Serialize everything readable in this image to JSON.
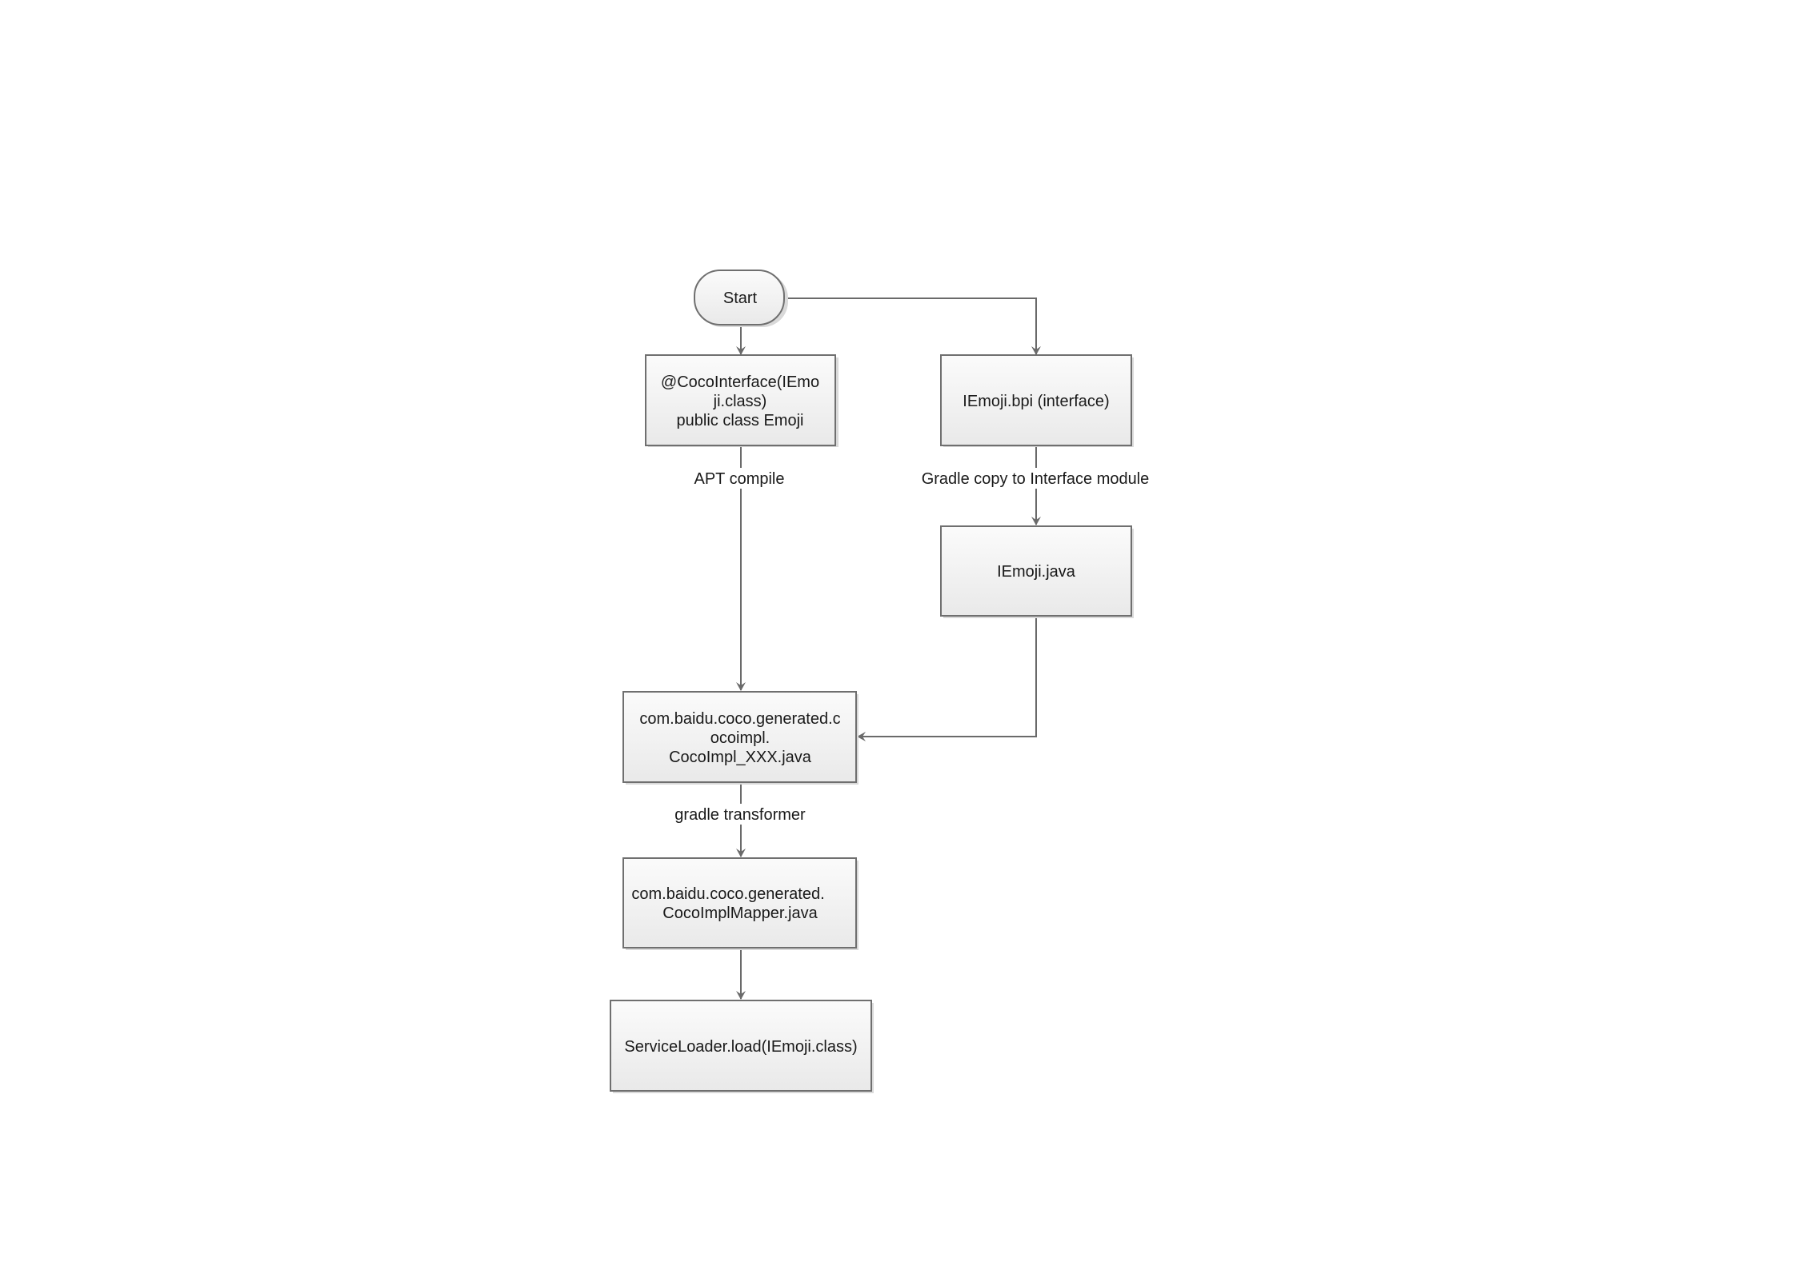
{
  "diagram": {
    "type": "flowchart",
    "nodes": {
      "start": {
        "label": "Start"
      },
      "coco_interface": {
        "lines": [
          "@CocoInterface(IEmo",
          "ji.class)",
          "public class Emoji"
        ]
      },
      "bpi": {
        "label": "IEmoji.bpi (interface)"
      },
      "ijava": {
        "label": "IEmoji.java"
      },
      "cocoimpl": {
        "lines": [
          "com.baidu.coco.generated.c",
          "ocoimpl.",
          "CocoImpl_XXX.java"
        ]
      },
      "mapper": {
        "lines": [
          "com.baidu.coco.generated.",
          "CocoImplMapper.java"
        ]
      },
      "loader": {
        "label": "ServiceLoader.load(IEmoji.class)"
      }
    },
    "edges": {
      "apt": {
        "label": "APT compile"
      },
      "gradle_copy": {
        "label": "Gradle copy to Interface module"
      },
      "transformer": {
        "label": "gradle transformer"
      }
    },
    "colors": {
      "stroke": "#6f6f6f",
      "fill_top": "#ffffff",
      "fill_bottom": "#e8e8e8"
    }
  }
}
